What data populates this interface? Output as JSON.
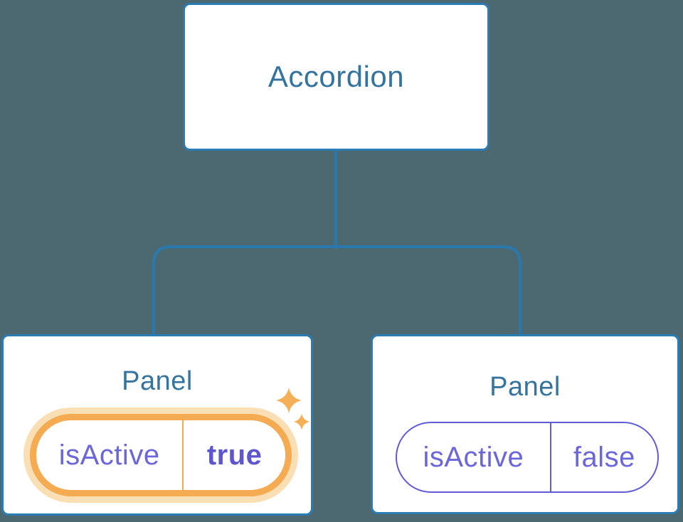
{
  "diagram": {
    "description": "Component tree diagram: Accordion parent with two Panel children holding isActive state",
    "root": {
      "label": "Accordion"
    },
    "panels": [
      {
        "title": "Panel",
        "state": {
          "name": "isActive",
          "value": "true"
        },
        "highlighted": true,
        "icons": [
          "sparkle-icon-large",
          "sparkle-icon-small"
        ]
      },
      {
        "title": "Panel",
        "state": {
          "name": "isActive",
          "value": "false"
        },
        "highlighted": false
      }
    ],
    "colors": {
      "background": "#4c6972",
      "node_background": "#ffffff",
      "node_border": "#2b7cb2",
      "connector_line": "#2979ae",
      "node_title_text": "#35749e",
      "state_text_purple": "#6b66da",
      "state_value_active_purple": "#5d56cf",
      "state_border_purple": "#615cd5",
      "highlight_ring_orange": "#f4ab52",
      "highlight_halo_orange": "#fbdfb4",
      "sparkle_orange": "#f5b057"
    }
  }
}
